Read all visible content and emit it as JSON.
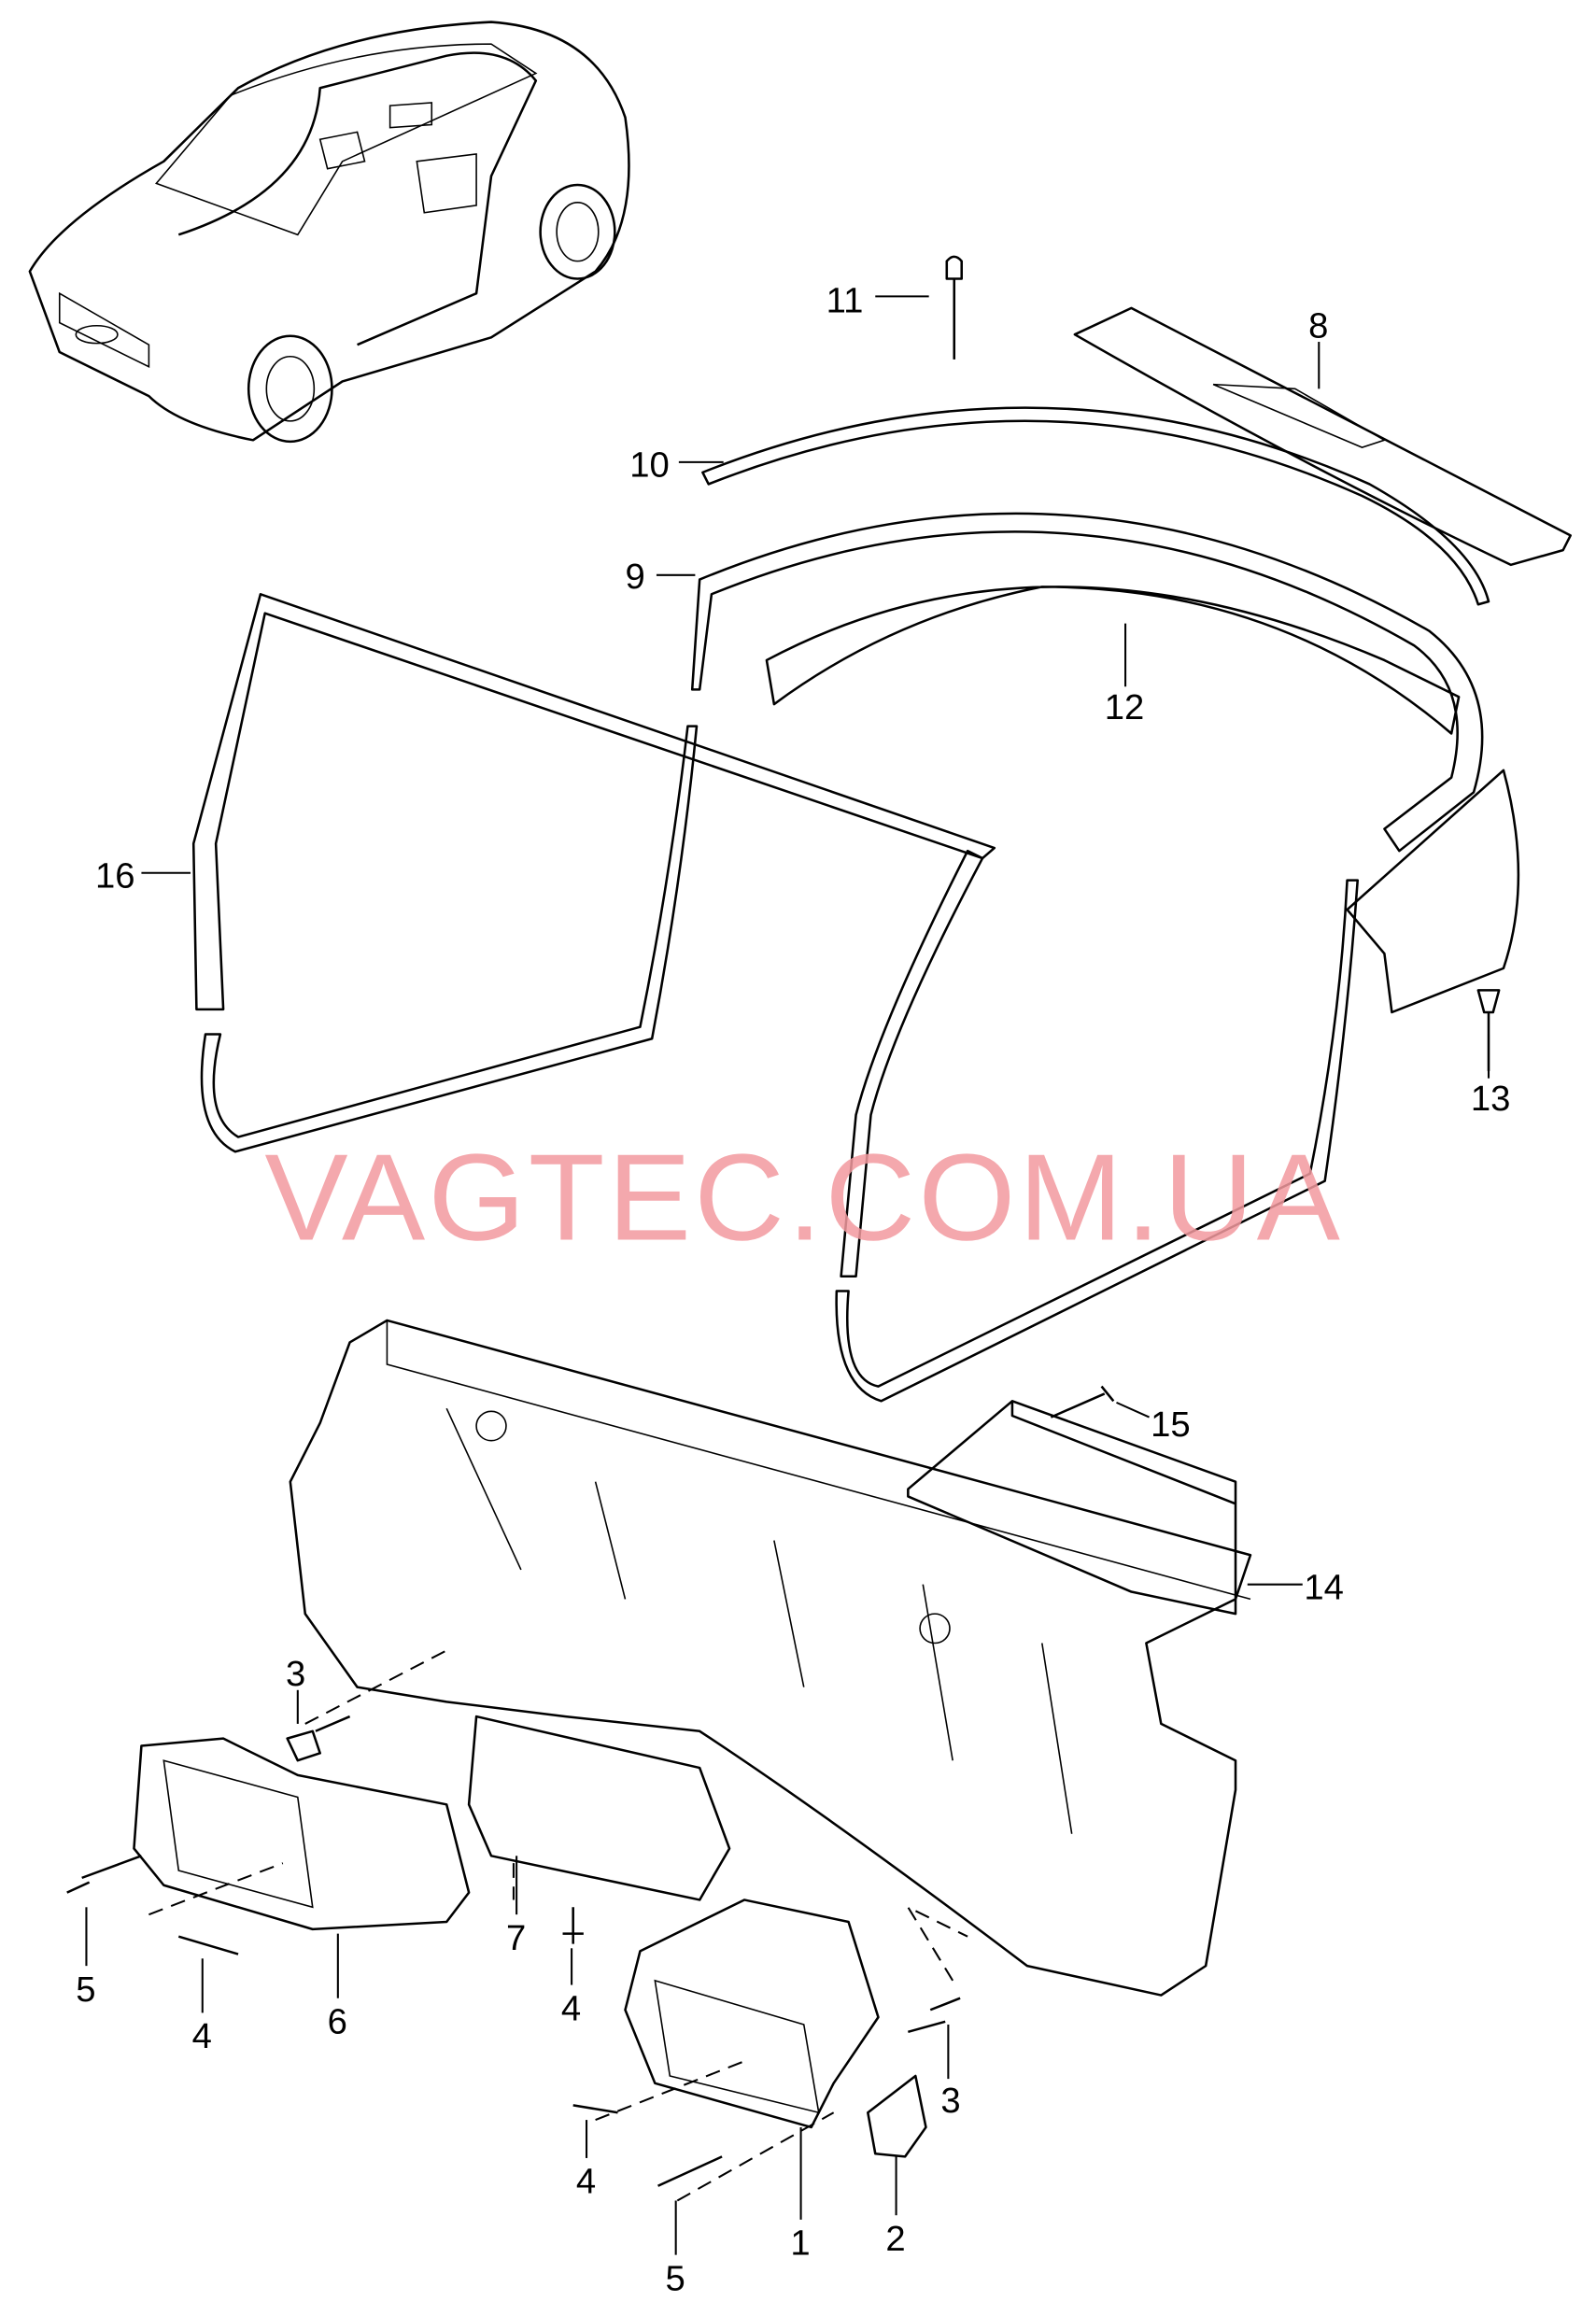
{
  "watermark": "VAGTEC.COM.UA",
  "callouts": {
    "c1": "1",
    "c2": "2",
    "c3a": "3",
    "c3b": "3",
    "c4a": "4",
    "c4b": "4",
    "c4c": "4",
    "c5a": "5",
    "c5b": "5",
    "c6": "6",
    "c7": "7",
    "c8": "8",
    "c9": "9",
    "c10": "10",
    "c11": "11",
    "c12": "12",
    "c13": "13",
    "c14": "14",
    "c15": "15",
    "c16": "16"
  },
  "colors": {
    "watermark": "#f39a9f",
    "line": "#000000"
  }
}
